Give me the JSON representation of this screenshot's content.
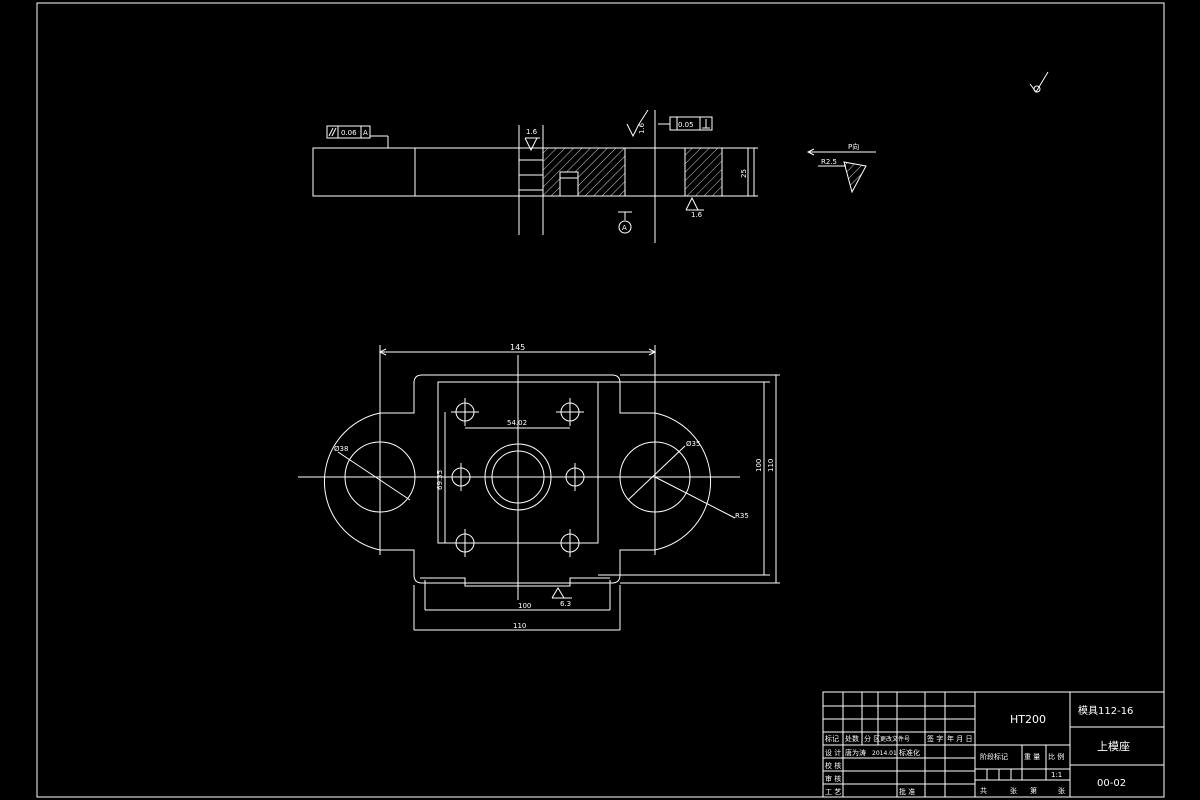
{
  "dims": {
    "width_145": "145",
    "width_100": "100",
    "width_110": "110",
    "height_100": "100",
    "height_110": "110",
    "spacing_5402": "54.02",
    "spacing_6935": "69.35",
    "dia_38": "Ø38",
    "dia_35": "Ø35",
    "radius_35": "R35",
    "thickness_25": "25",
    "radius_25": "R2.5"
  },
  "gdt": {
    "parallel_value": "0.06",
    "parallel_datum": "A",
    "perp_value": "0.05",
    "datum_label": "A"
  },
  "roughness": {
    "r1": "1.6",
    "r2": "1.6",
    "r3": "6.3",
    "r4": "1.6"
  },
  "detail_label": "P向",
  "title_block": {
    "material": "HT200",
    "drawing_no": "模具112-16",
    "part_name": "上模座",
    "part_code": "00-02",
    "scale": "1:1",
    "header_row": [
      "标记",
      "处数",
      "分 区",
      "更改文件号",
      "签 字",
      "年 月 日"
    ],
    "row_design": [
      "设 计",
      "唐为涛",
      "2014.01",
      "标准化"
    ],
    "row_check": "校 核",
    "row_audit": "审 核",
    "row_process": "工 艺",
    "approve": "批 准",
    "stage_marks": "阶段标记",
    "weight": "重 量",
    "ratio": "比 例",
    "sheets_total": "共",
    "sheets_unit1": "张",
    "sheets_page": "第",
    "sheets_unit2": "张"
  }
}
